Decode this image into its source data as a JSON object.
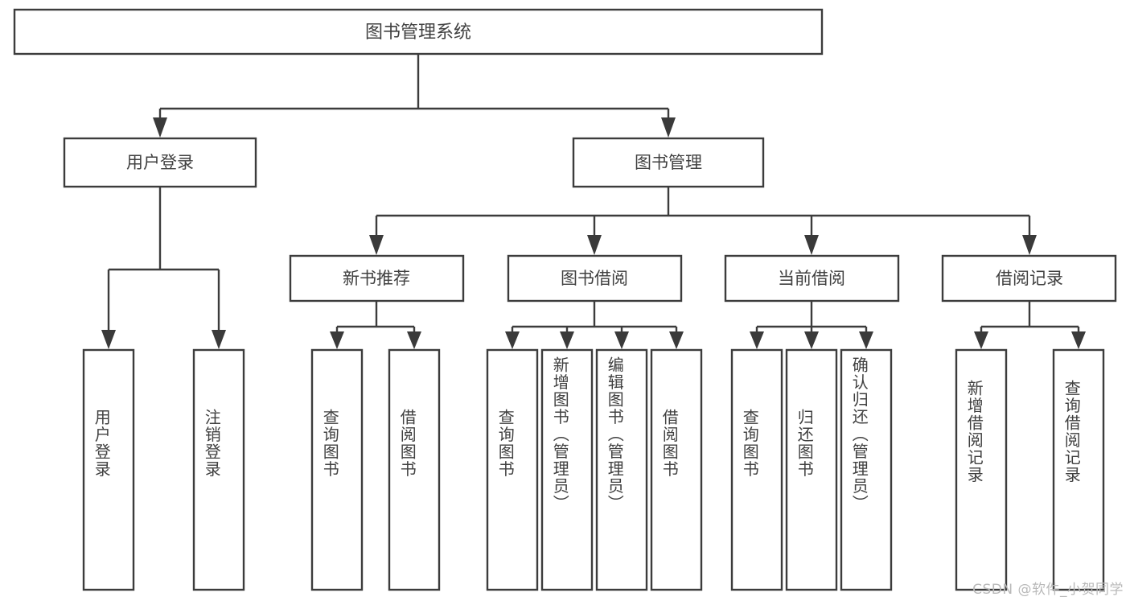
{
  "diagram": {
    "type": "tree-hierarchy-chart",
    "title": "图书管理系统",
    "orientation": "top-down",
    "stroke_color": "#3c3c3c",
    "text_color": "#404040",
    "background_color": "#ffffff",
    "root": {
      "id": "root",
      "label": "图书管理系统",
      "text_direction": "horizontal"
    },
    "level2": [
      {
        "id": "user-login",
        "label": "用户登录",
        "text_direction": "horizontal"
      },
      {
        "id": "book-manage",
        "label": "图书管理",
        "text_direction": "horizontal"
      }
    ],
    "level3": [
      {
        "id": "new-book-recommend",
        "label": "新书推荐",
        "parent": "book-manage",
        "text_direction": "horizontal"
      },
      {
        "id": "book-borrow",
        "label": "图书借阅",
        "parent": "book-manage",
        "text_direction": "horizontal"
      },
      {
        "id": "current-borrow",
        "label": "当前借阅",
        "parent": "book-manage",
        "text_direction": "horizontal"
      },
      {
        "id": "borrow-record",
        "label": "借阅记录",
        "parent": "book-manage",
        "text_direction": "horizontal"
      }
    ],
    "leaves": [
      {
        "id": "leaf-user-login",
        "label": "用户登录",
        "parent": "user-login",
        "text_direction": "vertical"
      },
      {
        "id": "leaf-user-logout",
        "label": "注销登录",
        "parent": "user-login",
        "text_direction": "vertical"
      },
      {
        "id": "leaf-query-book-1",
        "label": "查询图书",
        "parent": "new-book-recommend",
        "text_direction": "vertical"
      },
      {
        "id": "leaf-borrow-book-1",
        "label": "借阅图书",
        "parent": "new-book-recommend",
        "text_direction": "vertical"
      },
      {
        "id": "leaf-query-book-2",
        "label": "查询图书",
        "parent": "book-borrow",
        "text_direction": "vertical"
      },
      {
        "id": "leaf-add-book",
        "label": "新增图书（管理员）",
        "parent": "book-borrow",
        "text_direction": "vertical"
      },
      {
        "id": "leaf-edit-book",
        "label": "编辑图书（管理员）",
        "parent": "book-borrow",
        "text_direction": "vertical"
      },
      {
        "id": "leaf-borrow-book-2",
        "label": "借阅图书",
        "parent": "book-borrow",
        "text_direction": "vertical"
      },
      {
        "id": "leaf-query-book-3",
        "label": "查询图书",
        "parent": "current-borrow",
        "text_direction": "vertical"
      },
      {
        "id": "leaf-return-book",
        "label": "归还图书",
        "parent": "current-borrow",
        "text_direction": "vertical"
      },
      {
        "id": "leaf-confirm-return",
        "label": "确认归还（管理员）",
        "parent": "current-borrow",
        "text_direction": "vertical"
      },
      {
        "id": "leaf-add-record",
        "label": "新增借阅记录",
        "parent": "borrow-record",
        "text_direction": "vertical"
      },
      {
        "id": "leaf-query-record",
        "label": "查询借阅记录",
        "parent": "borrow-record",
        "text_direction": "vertical"
      }
    ]
  },
  "watermark": {
    "text": "CSDN @软件_小贺同学"
  }
}
